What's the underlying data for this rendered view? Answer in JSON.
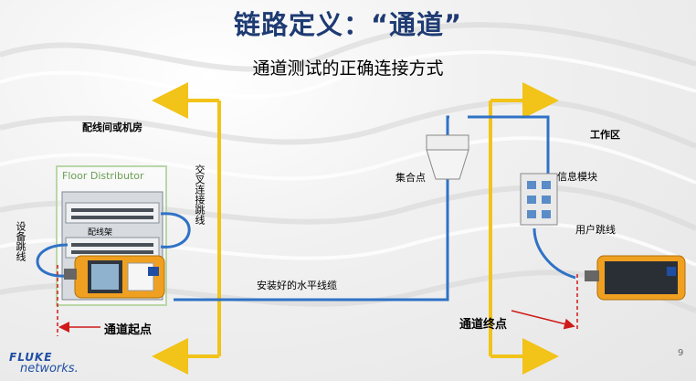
{
  "title": "链路定义：“通道”",
  "subtitle": "通道测试的正确连接方式",
  "labels": {
    "room": "配线间或机房",
    "work_area": "工作区",
    "floor_distributor": "Floor Distributor",
    "patch_panel": "配线架",
    "cross_connect": "交叉连接跳线",
    "equipment_cord": "设备跳线",
    "consolidation_point": "集合点",
    "outlet": "信息模块",
    "user_cord": "用户跳线",
    "horizontal_cable": "安装好的水平线缆",
    "channel_start": "通道起点",
    "channel_end": "通道终点"
  },
  "logo": {
    "line1": "FLUKE",
    "line2": "networks."
  },
  "page_number": "9",
  "colors": {
    "title": "#1f3b73",
    "arrow_yellow": "#f2c318",
    "cable_blue": "#2f72c6",
    "marker_red": "#d01a1a",
    "tester_orange": "#f0a020"
  }
}
